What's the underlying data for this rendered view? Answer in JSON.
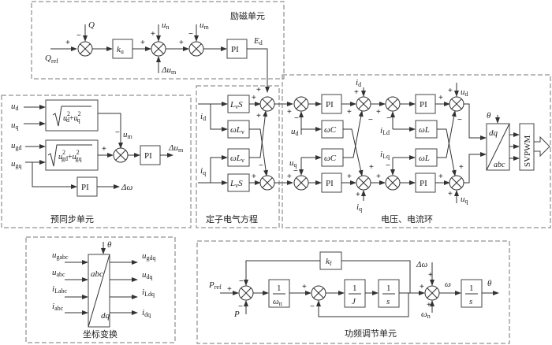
{
  "units": {
    "excitation": {
      "title": "励磁单元",
      "inputs": {
        "Q_ref": "Q",
        "Q_ref_sub": "ref",
        "Q": "Q",
        "u_n": "u",
        "u_n_sub": "n",
        "u_m": "u",
        "u_m_sub": "m",
        "du_m": "Δu",
        "du_m_sub": "m"
      },
      "blocks": {
        "k_u": "k",
        "k_u_sub": "u",
        "pi": "PI"
      },
      "output": {
        "E_d": "E",
        "E_d_sub": "d"
      },
      "signs": {
        "s1_in": "+",
        "s1_Q": "−",
        "s2_in": "+",
        "s2_un": "+",
        "s3_in": "+",
        "s3_um": "−"
      }
    },
    "presync": {
      "title": "预同步单元",
      "inputs": [
        {
          "base": "u",
          "sub": "d"
        },
        {
          "base": "u",
          "sub": "q"
        },
        {
          "base": "u",
          "sub": "gd"
        },
        {
          "base": "u",
          "sub": "gq"
        }
      ],
      "blocks": {
        "sqrt1_a": "u",
        "sqrt1_a_sub": "d",
        "sqrt1_b": "u",
        "sqrt1_b_sub": "q",
        "sqrt2_a": "u",
        "sqrt2_a_sub": "gd",
        "sqrt2_b": "u",
        "sqrt2_b_sub": "gq",
        "sq": "2",
        "plus": "+",
        "pi1": "PI",
        "pi2": "PI"
      },
      "labels": {
        "u_m": "u",
        "u_m_sub": "m",
        "minus": "−",
        "plus": "+"
      },
      "outputs": {
        "du_m": "Δu",
        "du_m_sub": "m",
        "domega": "Δω"
      }
    },
    "stator": {
      "title": "定子电气方程",
      "inputs": {
        "i_d": "i",
        "i_d_sub": "d",
        "i_q": "i",
        "i_q_sub": "q"
      },
      "blocks": {
        "LvS": "L",
        "LvS_sub": "v",
        "S": "S",
        "wLv_w": "ω",
        "wLv_L": "L",
        "wLv_sub": "v"
      },
      "signs": {
        "top_in": "+",
        "top_e": "+",
        "top_cross": "+",
        "bot_cross": "−",
        "bot_in": "+"
      }
    },
    "vc_loop": {
      "title": "电压、电流环",
      "labels": {
        "u_d": "u",
        "u_d_sub": "d",
        "u_q": "u",
        "u_q_sub": "q",
        "i_d": "i",
        "i_d_sub": "d",
        "i_q": "i",
        "i_q_sub": "q",
        "i_Ld": "i",
        "i_Ld_sub": "Ld",
        "i_Lq": "i",
        "i_Lq_sub": "Lq",
        "out_u_d": "u",
        "out_u_d_sub": "d",
        "out_u_q": "u",
        "out_u_q_sub": "q",
        "theta": "θ"
      },
      "blocks": {
        "pi": "PI",
        "wC": "ωC",
        "wL": "ωL",
        "dq": "dq",
        "abc": "abc",
        "svpwm": "SVPWM"
      },
      "signs": {
        "plus": "+",
        "minus": "−"
      }
    },
    "coord": {
      "title": "坐标变换",
      "theta": "θ",
      "block": {
        "top": "abc",
        "bottom": "dq"
      },
      "inputs": [
        {
          "base": "u",
          "sub": "gabc"
        },
        {
          "base": "u",
          "sub": "abc"
        },
        {
          "base": "i",
          "sub": "Labc"
        },
        {
          "base": "i",
          "sub": "abc"
        }
      ],
      "outputs": [
        {
          "base": "u",
          "sub": "gdq"
        },
        {
          "base": "u",
          "sub": "dq"
        },
        {
          "base": "i",
          "sub": "Ldq"
        },
        {
          "base": "i",
          "sub": "dq"
        }
      ]
    },
    "power_freq": {
      "title": "功频调节单元",
      "inputs": {
        "P_ref": "P",
        "P_ref_sub": "ref",
        "P": "P",
        "domega": "Δω",
        "omega_n": "ω",
        "omega_n_sub": "n"
      },
      "blocks": {
        "k_f": "k",
        "k_f_sub": "f",
        "one": "1",
        "omega_n": "ω",
        "omega_n_sub": "n",
        "J": "J",
        "s": "s"
      },
      "outputs": {
        "omega": "ω",
        "theta": "θ"
      },
      "signs": {
        "plus": "+",
        "minus": "−"
      }
    }
  }
}
